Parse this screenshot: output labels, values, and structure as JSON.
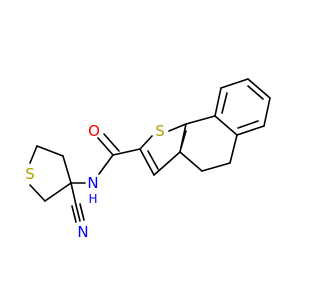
{
  "colors": {
    "bond": "#000000",
    "oxygen": "#ff0000",
    "nitrogen": "#0000ff",
    "sulfur": "#b2a200",
    "background": "#ffffff"
  },
  "atoms": {
    "o1": "O",
    "s_thiophene": "S",
    "s_thiolane": "S",
    "n_amide": "N",
    "n_amide_h": "H",
    "n_nitrile": "N"
  }
}
